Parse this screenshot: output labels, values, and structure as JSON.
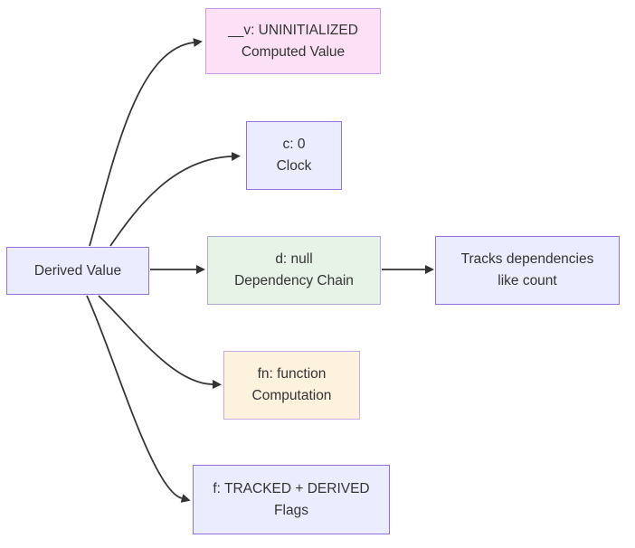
{
  "diagram": {
    "type": "flowchart",
    "background": "#ffffff",
    "edge_color": "#333333",
    "text_color": "#333333",
    "nodes": {
      "derived_value": {
        "label": "Derived Value",
        "fill": "#ECECFF",
        "border": "#9370DB"
      },
      "computed_value": {
        "line1": "__v: UNINITIALIZED",
        "line2": "Computed Value",
        "fill": "#fce1f6",
        "border": "#c99ce4"
      },
      "clock": {
        "line1": "c: 0",
        "line2": "Clock",
        "fill": "#ECECFF",
        "border": "#9370DB"
      },
      "dependency_chain": {
        "line1": "d: null",
        "line2": "Dependency Chain",
        "fill": "#e7f3e7",
        "border": "#b0a7db"
      },
      "tracks_dependencies": {
        "line1": "Tracks dependencies",
        "line2": "like count",
        "fill": "#ECECFF",
        "border": "#9370DB"
      },
      "computation": {
        "line1": "fn: function",
        "line2": "Computation",
        "fill": "#fdf2de",
        "border": "#c9abe8"
      },
      "flags": {
        "line1": "f: TRACKED + DERIVED",
        "line2": "Flags",
        "fill": "#ECECFF",
        "border": "#9370DB"
      }
    },
    "edges": [
      {
        "from": "derived_value",
        "to": "computed_value"
      },
      {
        "from": "derived_value",
        "to": "clock"
      },
      {
        "from": "derived_value",
        "to": "dependency_chain"
      },
      {
        "from": "dependency_chain",
        "to": "tracks_dependencies"
      },
      {
        "from": "derived_value",
        "to": "computation"
      },
      {
        "from": "derived_value",
        "to": "flags"
      }
    ]
  }
}
